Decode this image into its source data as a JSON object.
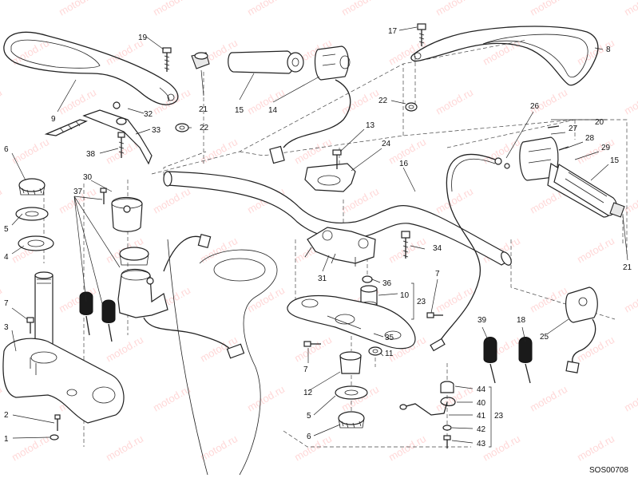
{
  "watermark": "motod.ru",
  "drawing_code": "SOS00708",
  "callouts": [
    {
      "id": "c1",
      "text": "1"
    },
    {
      "id": "c2",
      "text": "2"
    },
    {
      "id": "c3",
      "text": "3"
    },
    {
      "id": "c4a",
      "text": "4"
    },
    {
      "id": "c5a",
      "text": "5"
    },
    {
      "id": "c5b",
      "text": "5"
    },
    {
      "id": "c6a",
      "text": "6"
    },
    {
      "id": "c6b",
      "text": "6"
    },
    {
      "id": "c7a",
      "text": "7"
    },
    {
      "id": "c7b",
      "text": "7"
    },
    {
      "id": "c7c",
      "text": "7"
    },
    {
      "id": "c8",
      "text": "8"
    },
    {
      "id": "c9",
      "text": "9"
    },
    {
      "id": "c10",
      "text": "10"
    },
    {
      "id": "c11",
      "text": "11"
    },
    {
      "id": "c12",
      "text": "12"
    },
    {
      "id": "c13",
      "text": "13"
    },
    {
      "id": "c14",
      "text": "14"
    },
    {
      "id": "c15a",
      "text": "15"
    },
    {
      "id": "c15b",
      "text": "15"
    },
    {
      "id": "c16",
      "text": "16"
    },
    {
      "id": "c17",
      "text": "17"
    },
    {
      "id": "c18",
      "text": "18"
    },
    {
      "id": "c19",
      "text": "19"
    },
    {
      "id": "c20",
      "text": "20"
    },
    {
      "id": "c21a",
      "text": "21"
    },
    {
      "id": "c21b",
      "text": "21"
    },
    {
      "id": "c22a",
      "text": "22"
    },
    {
      "id": "c22b",
      "text": "22"
    },
    {
      "id": "c23a",
      "text": "23"
    },
    {
      "id": "c23b",
      "text": "23"
    },
    {
      "id": "c24",
      "text": "24"
    },
    {
      "id": "c25",
      "text": "25"
    },
    {
      "id": "c26",
      "text": "26"
    },
    {
      "id": "c27",
      "text": "27"
    },
    {
      "id": "c28",
      "text": "28"
    },
    {
      "id": "c29",
      "text": "29"
    },
    {
      "id": "c30",
      "text": "30"
    },
    {
      "id": "c31",
      "text": "31"
    },
    {
      "id": "c32",
      "text": "32"
    },
    {
      "id": "c33",
      "text": "33"
    },
    {
      "id": "c34",
      "text": "34"
    },
    {
      "id": "c35",
      "text": "35"
    },
    {
      "id": "c36",
      "text": "36"
    },
    {
      "id": "c37",
      "text": "37"
    },
    {
      "id": "c38",
      "text": "38"
    },
    {
      "id": "c39",
      "text": "39"
    },
    {
      "id": "c40",
      "text": "40"
    },
    {
      "id": "c41",
      "text": "41"
    },
    {
      "id": "c42",
      "text": "42"
    },
    {
      "id": "c43",
      "text": "43"
    },
    {
      "id": "c44",
      "text": "44"
    }
  ]
}
